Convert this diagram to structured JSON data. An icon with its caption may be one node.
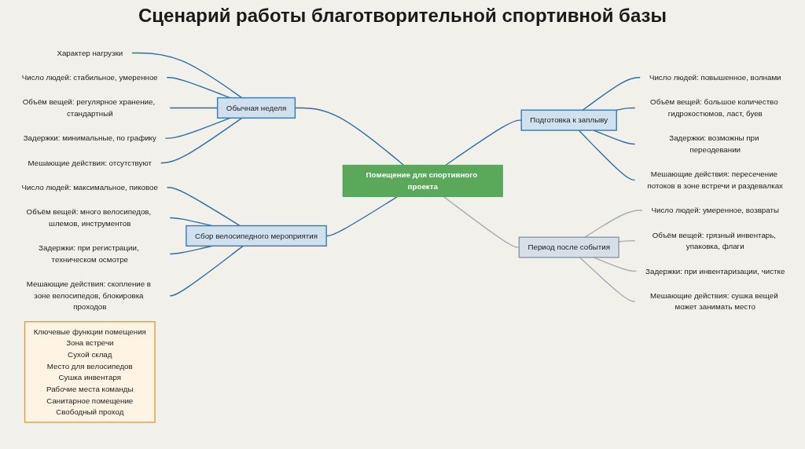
{
  "diagram": {
    "title": "Сценарий работы благотворительной спортивной базы",
    "nodes": [
      {
        "text": [
          "Помещение для спортивного проекта"
        ]
      },
      {
        "text": [
          "Обычная неделя"
        ]
      },
      {
        "text": [
          "Характер нагрузки"
        ]
      },
      {
        "text": [
          "Число людей: стабильное, умеренное"
        ]
      },
      {
        "text": [
          "Объём вещей: регулярное хранение, стандартный"
        ]
      },
      {
        "text": [
          "Задержки: минимальные, по графику"
        ]
      },
      {
        "text": [
          "Мешающие действия: отсутствуют"
        ]
      },
      {
        "text": [
          "Сбор велосипедного мероприятия"
        ]
      },
      {
        "text": [
          "Число людей: максимальное, пиковое"
        ]
      },
      {
        "text": [
          "Объём вещей: много велосипедов, шлемов, инструментов"
        ]
      },
      {
        "text": [
          "Задержки: при регистрации, техническом осмотре"
        ]
      },
      {
        "text": [
          "Мешающие действия: скопление в зоне велосипедов, блокировка проходов"
        ]
      },
      {
        "text": [
          "Подготовка к заплыву"
        ]
      },
      {
        "text": [
          "Число людей: повышенное, волнами"
        ]
      },
      {
        "text": [
          "Объём вещей: большое количество гидрокостюмов, ласт, буев"
        ]
      },
      {
        "text": [
          "Задержки: возможны при переодевании"
        ]
      },
      {
        "text": [
          "Мешающие действия: пересечение потоков в зоне встречи и раздевалках"
        ]
      },
      {
        "text": [
          "Период после события"
        ]
      },
      {
        "text": [
          "Число людей: умеренное, возвраты"
        ]
      },
      {
        "text": [
          "Объём вещей: грязный инвентарь, упаковка, флаги"
        ]
      },
      {
        "text": [
          "Задержки: при инвентаризации, чистке"
        ]
      },
      {
        "text": [
          "Мешающие действия: сушка вещей может занимать место"
        ]
      },
      {
        "text": [
          "Ключевые функции помещения",
          "Зона встречи",
          "Сухой склад",
          "Место для велосипедов",
          "Сушка инвентаря",
          "Рабочие места команды",
          "Санитарное помещение",
          "Свободный проход"
        ]
      }
    ],
    "edges": [
      {
        "from": 1,
        "to": 0,
        "arrow": "none"
      },
      {
        "from": 2,
        "to": 1,
        "arrow": "none"
      },
      {
        "from": 3,
        "to": 1,
        "arrow": "none"
      },
      {
        "from": 4,
        "to": 1,
        "arrow": "none"
      },
      {
        "from": 5,
        "to": 1,
        "arrow": "none"
      },
      {
        "from": 6,
        "to": 1,
        "arrow": "none"
      },
      {
        "from": 7,
        "to": 0,
        "arrow": "none"
      },
      {
        "from": 8,
        "to": 7,
        "arrow": "none"
      },
      {
        "from": 9,
        "to": 7,
        "arrow": "none"
      },
      {
        "from": 10,
        "to": 7,
        "arrow": "none"
      },
      {
        "from": 11,
        "to": 7,
        "arrow": "none"
      },
      {
        "from": 0,
        "to": 12,
        "arrow": "none"
      },
      {
        "from": 12,
        "to": 13,
        "arrow": "none"
      },
      {
        "from": 12,
        "to": 14,
        "arrow": "none"
      },
      {
        "from": 12,
        "to": 15,
        "arrow": "none"
      },
      {
        "from": 12,
        "to": 16,
        "arrow": "none"
      },
      {
        "from": 0,
        "to": 17,
        "arrow": "none",
        "color": "#a9aeb3"
      },
      {
        "from": 17,
        "to": 18,
        "arrow": "none",
        "color": "#a9aeb3"
      },
      {
        "from": 17,
        "to": 19,
        "arrow": "none",
        "color": "#a9aeb3"
      },
      {
        "from": 17,
        "to": 20,
        "arrow": "none",
        "color": "#a9aeb3"
      },
      {
        "from": 17,
        "to": 21,
        "arrow": "none",
        "color": "#a9aeb3"
      }
    ]
  }
}
